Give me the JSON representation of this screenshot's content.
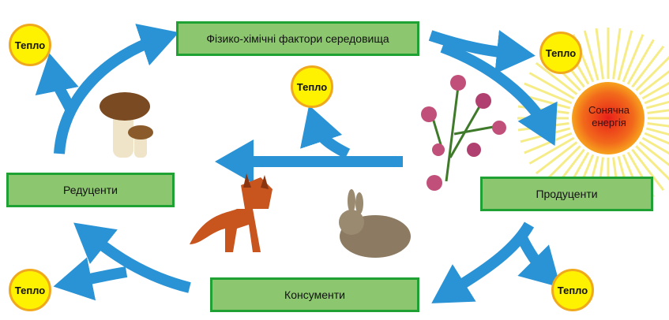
{
  "boxes": {
    "abiotic": "Фізико-хімічні фактори середовища",
    "decomposers": "Редуценти",
    "producers": "Продуценти",
    "consumers": "Консументи"
  },
  "heat_label": "Тепло",
  "sun_label_line1": "Сонячна",
  "sun_label_line2": "енергія",
  "colors": {
    "arrow": "#2a93d5",
    "box_fill": "#8cc66f",
    "box_border": "#1fa233",
    "heat": "#fff200"
  }
}
